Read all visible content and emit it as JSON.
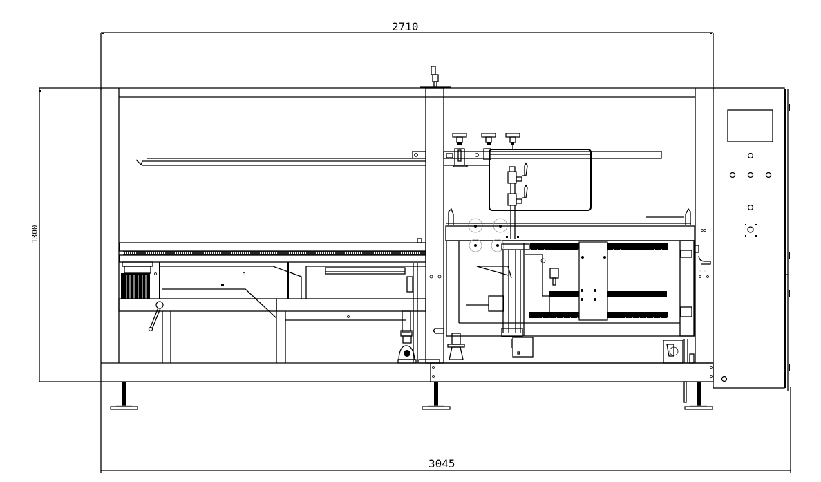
{
  "drawing": {
    "type": "mechanical side-elevation",
    "subject": "packaging machine (case erector) with control cabinet",
    "line_color": "#000000",
    "background": "#ffffff"
  },
  "dimensions": {
    "top_width": {
      "label": "2710",
      "unit": "mm"
    },
    "overall_length": {
      "label": "3045",
      "unit": "mm"
    },
    "height": {
      "label": "1300",
      "unit": "mm"
    }
  },
  "control_panel": {
    "screen": "hmi-screen",
    "buttons_row1": 1,
    "buttons_row2": 3,
    "buttons_row3": 1,
    "selector_switch": 1
  },
  "components": [
    "upper-frame-beam",
    "center-column",
    "upper-guide-rail",
    "adjustment-knobs",
    "side-cover-plate",
    "left-conveyor-belt",
    "gear-motor",
    "adjustment-handle",
    "right-transport-section",
    "vertical-guide-assembly",
    "base-frame",
    "leveling-feet",
    "electrical-cabinet"
  ]
}
